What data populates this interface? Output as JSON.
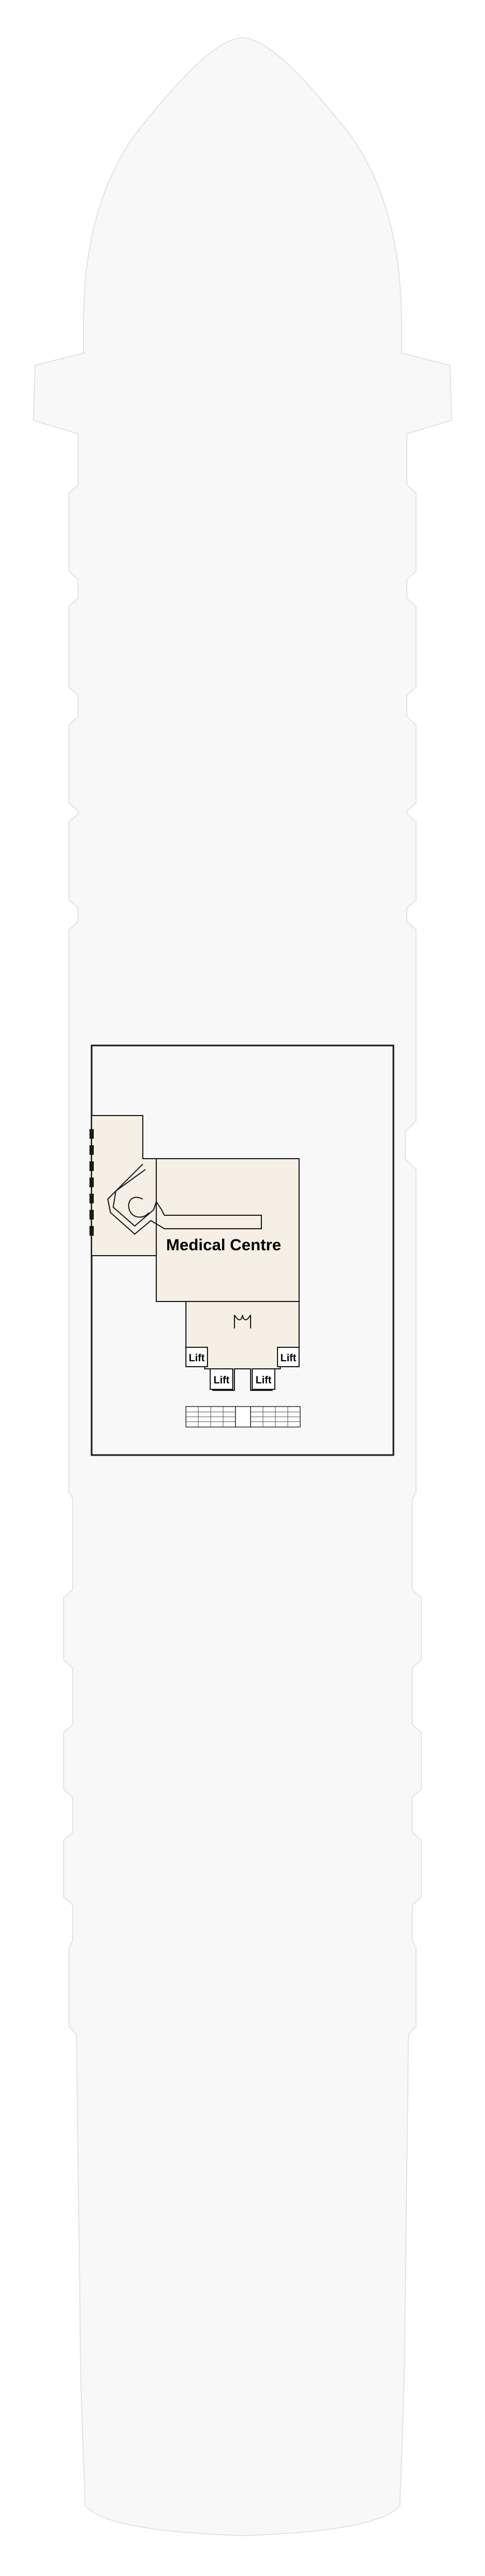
{
  "deck": {
    "rooms": [
      {
        "id": "medical",
        "label": "Medical Centre"
      }
    ],
    "lifts": [
      {
        "id": "lift-1",
        "label": "Lift"
      },
      {
        "id": "lift-2",
        "label": "Lift"
      },
      {
        "id": "lift-3",
        "label": "Lift"
      },
      {
        "id": "lift-4",
        "label": "Lift"
      }
    ]
  },
  "colors": {
    "hull_fill": "#f8f8f8",
    "hull_stroke": "#e4e4e4",
    "room_fill": "#f5efe6",
    "outline": "#1a1a1a"
  }
}
